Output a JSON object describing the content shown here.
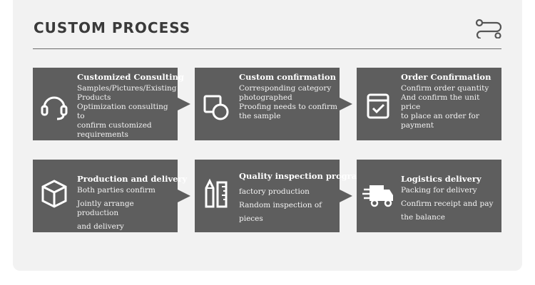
{
  "title": "CUSTOM PROCESS",
  "cards": [
    {
      "icon": "headset-icon",
      "heading": "Customized Consulting",
      "lines": [
        "Samples/Pictures/Existing",
        "Products",
        "Optimization consulting to",
        "confirm customized",
        "requirements"
      ]
    },
    {
      "icon": "shapes-icon",
      "heading": "Custom confirmation",
      "lines": [
        "Corresponding category",
        "photographed",
        "Proofing needs to confirm",
        "the sample"
      ]
    },
    {
      "icon": "calendar-check-icon",
      "heading": "Order Confirmation",
      "lines": [
        "Confirm order quantity",
        "And confirm the unit price",
        "to place an order for",
        "payment"
      ]
    },
    {
      "icon": "box-icon",
      "heading": "Production and delivery",
      "lines": [
        "Both parties confirm",
        "Jointly arrange production",
        "and delivery"
      ]
    },
    {
      "icon": "pencil-ruler-icon",
      "heading": "Quality inspection program",
      "lines": [
        "factory production",
        "Random inspection of",
        "pieces"
      ]
    },
    {
      "icon": "delivery-truck-icon",
      "heading": "Logistics delivery",
      "lines": [
        "Packing for delivery",
        "Confirm receipt and pay",
        "the balance"
      ]
    }
  ],
  "colors": {
    "card": "#5e5e5e",
    "title": "#3a3a3a",
    "background": "#f2f2f2"
  }
}
